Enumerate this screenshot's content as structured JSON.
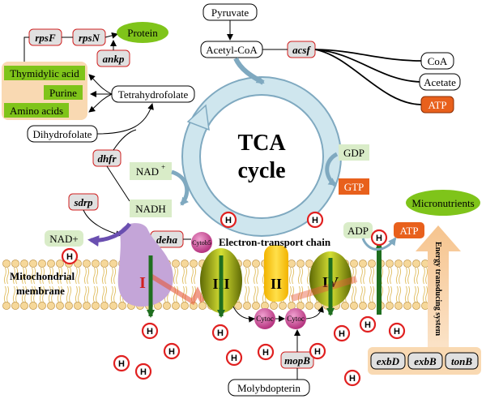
{
  "tca": {
    "line1": "TCA",
    "line2": "cycle"
  },
  "metabolites": {
    "pyruvate": "Pyruvate",
    "acetyl_coa": "Acetyl-CoA",
    "coa": "CoA",
    "acetate": "Acetate",
    "atp_top": "ATP",
    "protein": "Protein",
    "thymidylic_acid": "Thymidylic acid",
    "purine": "Purine",
    "amino_acids": "Amino acids",
    "tetrahydrofolate": "Tetrahydrofolate",
    "dihydrofolate": "Dihydrofolate",
    "nad_plus_box": "NAD",
    "nad_plus_sup": "+",
    "nadh": "NADH",
    "nad_plus_arrow": "NAD+",
    "gdp": "GDP",
    "gtp": "GTP",
    "adp": "ADP",
    "atp_bottom": "ATP",
    "micronutrients": "Micronutrients",
    "molybdopterin": "Molybdopterin"
  },
  "genes": {
    "rpsF": "rpsF",
    "rpsN": "rpsN",
    "ankp": "ankp",
    "acsf": "acsf",
    "dhfr": "dhfr",
    "sdrp": "sdrp",
    "deha": "deha",
    "mopB": "mopB",
    "exbD": "exbD",
    "exbB": "exbB",
    "tonB": "tonB"
  },
  "membrane": {
    "label_line1": "Mitochondrial",
    "label_line2": "membrane",
    "etc_label": "Electron-transport chain",
    "energy_label": "Energy transducing system",
    "complex_I": "I",
    "complex_II": "II",
    "complex_III": "III",
    "complex_IV": "IV",
    "cytob": "Cytob5",
    "cytoc": "Cytoc"
  },
  "proton": "H",
  "colors": {
    "green_fill": "#7fc41a",
    "green_light": "#d9ecc8",
    "orange_fill": "#e8601c",
    "peach_fill": "#f9d9b2",
    "proton_red": "#e02020",
    "complex_I": "#c4a5d8",
    "complex_olive": "#b8c21a",
    "complex_II": "#f5c518",
    "cyto_magenta": "#c83c8c",
    "tca_ring": "#cfe6ee",
    "gene_border": "#d02020"
  }
}
